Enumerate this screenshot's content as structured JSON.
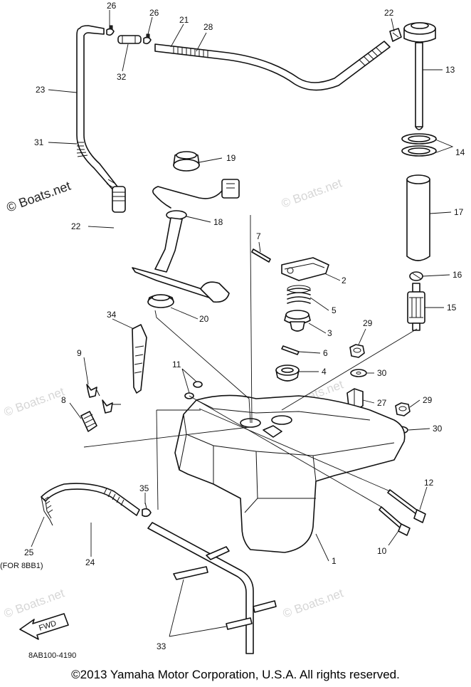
{
  "labels": {
    "p1": "1",
    "p2": "2",
    "p3": "3",
    "p4": "4",
    "p5": "5",
    "p6": "6",
    "p7": "7",
    "p8": "8",
    "p9": "9",
    "p10": "10",
    "p11": "11",
    "p12": "12",
    "p13": "13",
    "p14": "14",
    "p15": "15",
    "p16": "16",
    "p17": "17",
    "p18": "18",
    "p19": "19",
    "p20": "20",
    "p21": "21",
    "p22a": "22",
    "p22b": "22",
    "p23": "23",
    "p24": "24",
    "p25": "25",
    "p25note": "(FOR 8BB1)",
    "p26a": "26",
    "p26b": "26",
    "p27": "27",
    "p28": "28",
    "p29a": "29",
    "p29b": "29",
    "p30a": "30",
    "p30b": "30",
    "p31": "31",
    "p32": "32",
    "p33": "33",
    "p34": "34",
    "p35": "35"
  },
  "fwd_label": "FWD",
  "diagram_code": "8AB100-4190",
  "watermark": "© Boats.net",
  "watermark_faint": "© Boats.net",
  "copyright": "©2013 Yamaha Motor Corporation, U.S.A. All rights reserved."
}
